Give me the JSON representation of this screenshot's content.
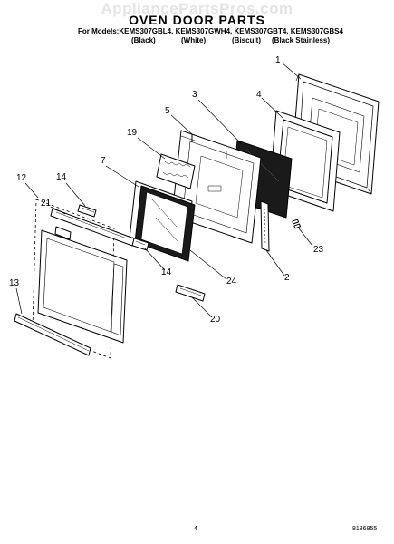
{
  "watermark": "AppliancePartsPros.com",
  "title": "OVEN DOOR PARTS",
  "models_line": "For Models:KEMS307GBL4, KEMS307GWH4, KEMS307GBT4, KEMS307GBS4",
  "finishes": [
    "(Black)",
    "(White)",
    "(Biscuit)",
    "(Black Stainless)"
  ],
  "callouts": [
    "1",
    "3",
    "4",
    "5",
    "19",
    "7",
    "14",
    "12",
    "21",
    "23",
    "14",
    "2",
    "24",
    "13",
    "20"
  ],
  "footer": {
    "page": "4",
    "doc_number": "8186855"
  }
}
